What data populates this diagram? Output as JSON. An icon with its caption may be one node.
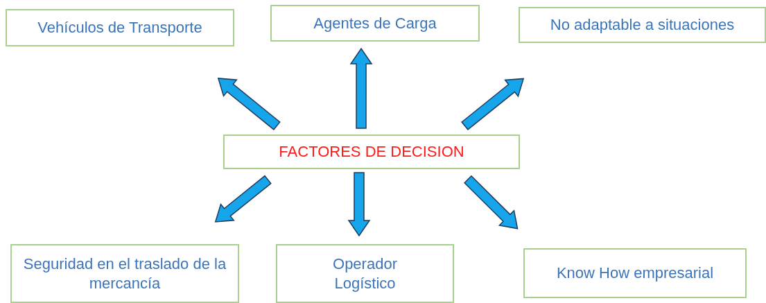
{
  "diagram": {
    "nodes": [
      {
        "text": [
          "FACTORES DE DECISION"
        ]
      },
      {
        "text": [
          "Vehículos de Transporte"
        ]
      },
      {
        "text": [
          "Agentes de Carga"
        ]
      },
      {
        "text": [
          "No adaptable a situaciones"
        ]
      },
      {
        "text": [
          "Seguridad en el traslado de la mercancía"
        ]
      },
      {
        "text": [
          "Operador Logístico"
        ]
      },
      {
        "text": [
          "Know How empresarial"
        ]
      }
    ],
    "edges": [
      {
        "from": 0,
        "to": 1,
        "arrow": "to"
      },
      {
        "from": 0,
        "to": 2,
        "arrow": "to"
      },
      {
        "from": 0,
        "to": 3,
        "arrow": "to"
      },
      {
        "from": 0,
        "to": 4,
        "arrow": "to"
      },
      {
        "from": 0,
        "to": 5,
        "arrow": "to"
      },
      {
        "from": 0,
        "to": 6,
        "arrow": "to"
      }
    ]
  }
}
